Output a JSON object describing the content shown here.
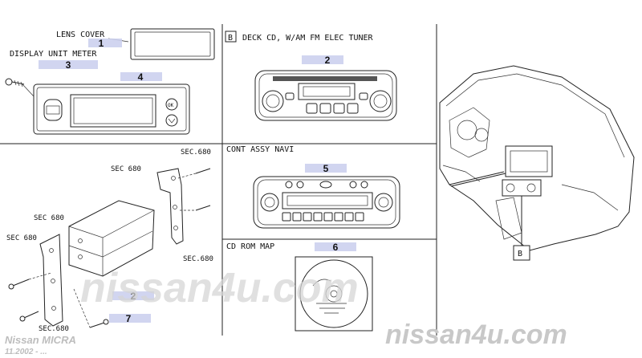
{
  "sections": {
    "deck_title": "DECK CD, W/AM FM ELEC TUNER",
    "deck_badge": "B",
    "navi_title": "CONT ASSY NAVI",
    "cdrom_title": "CD ROM MAP",
    "locator_badge": "B"
  },
  "labels": {
    "lens_cover": "LENS COVER",
    "display_unit_meter": "DISPLAY UNIT METER",
    "sec680": "SEC.680",
    "sec680_space": "SEC 680"
  },
  "callouts": {
    "c1": "1",
    "c2_deck": "2",
    "c3": "3",
    "c4": "4",
    "c5": "5",
    "c6": "6",
    "c2_box": "2",
    "c7": "7"
  },
  "footer": {
    "model": "Nissan MICRA",
    "date": "11.2002 - ..."
  },
  "watermarks": {
    "center": "nissan4u.com",
    "corner": "nissan4u.com"
  },
  "colors": {
    "callout_highlight": "#ccd0ee",
    "line": "#222222",
    "watermark": "#c8c8c8"
  }
}
